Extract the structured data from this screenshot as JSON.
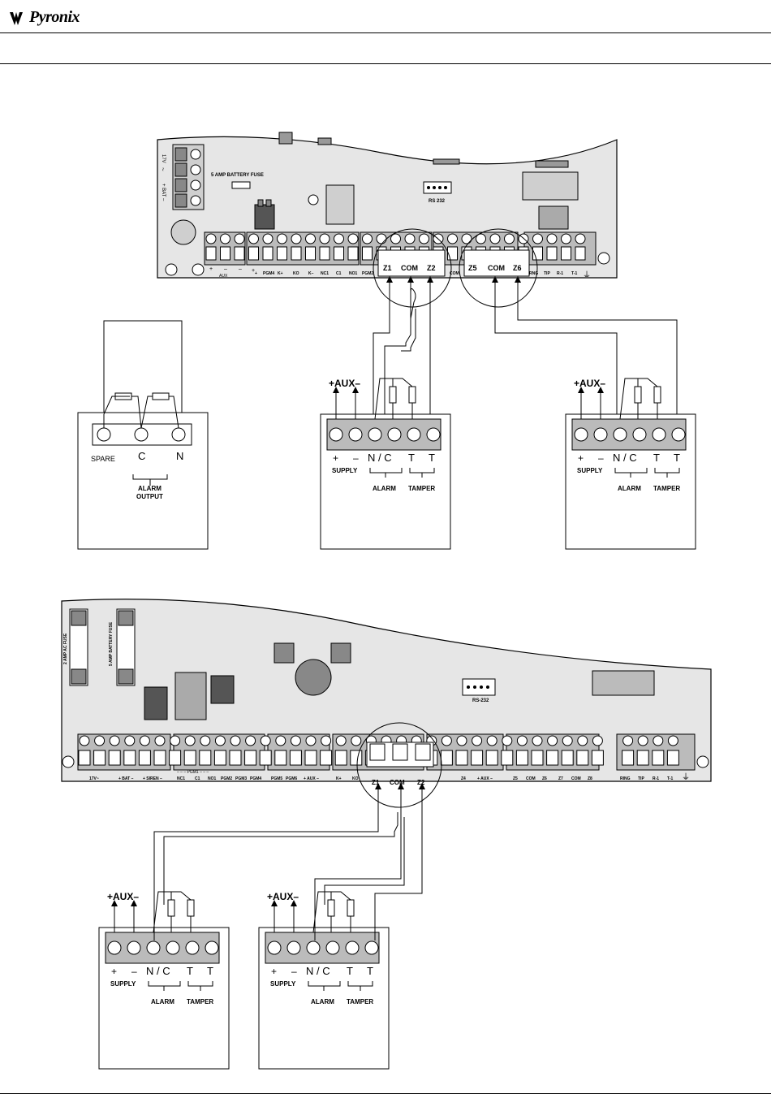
{
  "header": {
    "brand": "Pyronix"
  },
  "panel1": {
    "power_labels": [
      "17V",
      "~",
      "+ BAT –"
    ],
    "battery_fuse": "5 AMP BATTERY FUSE",
    "rs232": "RS 232",
    "aux_sub": [
      "+",
      "–",
      "–",
      "+"
    ],
    "aux": "AUX",
    "terms": [
      "+",
      "PGM4",
      "K+",
      "KO",
      "K–",
      "NC1",
      "C1",
      "NO1",
      "PGM2",
      "COM",
      "Z5",
      "COM",
      "Z6",
      "RNG",
      "TIP",
      "R-1",
      "T-1"
    ],
    "zone1": [
      "Z1",
      "COM",
      "Z2"
    ],
    "zone2": [
      "Z5",
      "COM",
      "Z6"
    ]
  },
  "panel2": {
    "ac_fuse": "2 AMP AC FUSE",
    "battery_fuse": "5 AMP BATTERY FUSE",
    "rs232": "RS-232",
    "pgm1": "– – – PGM1 – – –",
    "terms": [
      "17V~",
      "+ BAT –",
      "+ SIREN –",
      "NC1",
      "C1",
      "NO1",
      "PGM2",
      "PGM3",
      "PGM4",
      "PGM5",
      "PGM6",
      "+ AUX –",
      "K+",
      "KO",
      "COM",
      "Z4",
      "+ AUX –",
      "Z5",
      "COM",
      "Z6",
      "Z7",
      "COM",
      "Z8",
      "RING",
      "TIP",
      "R-1",
      "T-1"
    ],
    "zone": [
      "Z1",
      "COM",
      "Z2"
    ]
  },
  "spare_box": {
    "spare": "SPARE",
    "c": "C",
    "n": "N",
    "alarm": "ALARM",
    "output": "OUTPUT"
  },
  "detector": {
    "aux": "+AUX–",
    "plus": "+",
    "minus": "–",
    "nc": "N / C",
    "t1": "T",
    "t2": "T",
    "supply": "SUPPLY",
    "alarm": "ALARM",
    "tamper": "TAMPER"
  }
}
